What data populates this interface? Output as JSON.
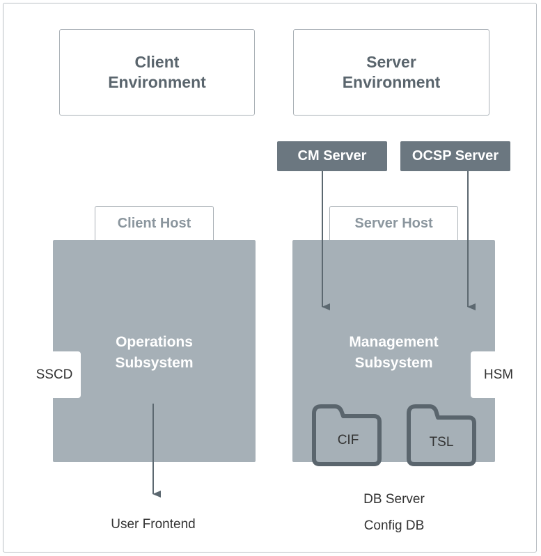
{
  "environments": {
    "client": "Client\nEnvironment",
    "server": "Server\nEnvironment"
  },
  "servers": {
    "cm": "CM Server",
    "ocsp": "OCSP Server"
  },
  "hosts": {
    "client": {
      "tab": "Client Host",
      "subsystem": "Operations\nSubsystem",
      "side": "SSCD"
    },
    "server": {
      "tab": "Server Host",
      "subsystem": "Management\nSubsystem",
      "side": "HSM",
      "folders": [
        "CIF",
        "TSL"
      ]
    }
  },
  "footer": {
    "user_frontend": "User Frontend",
    "db_server": "DB Server",
    "config_db": "Config DB"
  },
  "colors": {
    "host_fill": "#a6b0b7",
    "server_tag": "#6b7780",
    "arrow": "#5c6870",
    "folder_stroke": "#5a656d"
  }
}
